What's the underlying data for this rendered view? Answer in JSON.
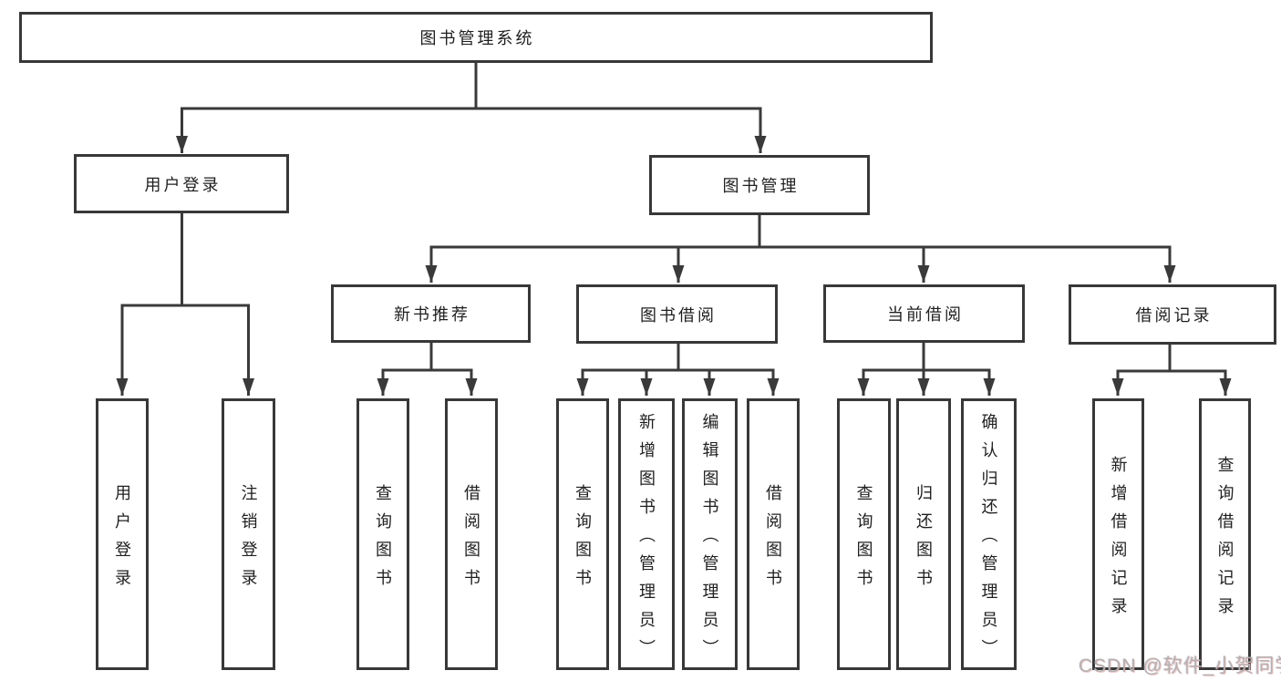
{
  "diagram": {
    "root": {
      "label": "图书管理系统"
    },
    "level2": [
      {
        "label": "用户登录"
      },
      {
        "label": "图书管理"
      }
    ],
    "level3": [
      {
        "label": "新书推荐",
        "parent": "图书管理"
      },
      {
        "label": "图书借阅",
        "parent": "图书管理"
      },
      {
        "label": "当前借阅",
        "parent": "图书管理"
      },
      {
        "label": "借阅记录",
        "parent": "图书管理"
      }
    ],
    "leaves": [
      {
        "label": "用户登录",
        "parent": "用户登录"
      },
      {
        "label": "注销登录",
        "parent": "用户登录"
      },
      {
        "label": "查询图书",
        "parent": "新书推荐"
      },
      {
        "label": "借阅图书",
        "parent": "新书推荐"
      },
      {
        "label": "查询图书",
        "parent": "图书借阅"
      },
      {
        "label": "新增图书（管理员）",
        "parent": "图书借阅"
      },
      {
        "label": "编辑图书（管理员）",
        "parent": "图书借阅"
      },
      {
        "label": "借阅图书",
        "parent": "图书借阅"
      },
      {
        "label": "查询图书",
        "parent": "当前借阅"
      },
      {
        "label": "归还图书",
        "parent": "当前借阅"
      },
      {
        "label": "确认归还（管理员）",
        "parent": "当前借阅"
      },
      {
        "label": "新增借阅记录",
        "parent": "借阅记录"
      },
      {
        "label": "查询借阅记录",
        "parent": "借阅记录"
      }
    ]
  },
  "watermark": {
    "text": "CSDN @软件_小贺同学"
  },
  "colors": {
    "line": "#3a3a3a",
    "box_border": "#383838",
    "text": "#1f1f1f",
    "background": "#ffffff",
    "watermark": "#b5b0b0"
  }
}
